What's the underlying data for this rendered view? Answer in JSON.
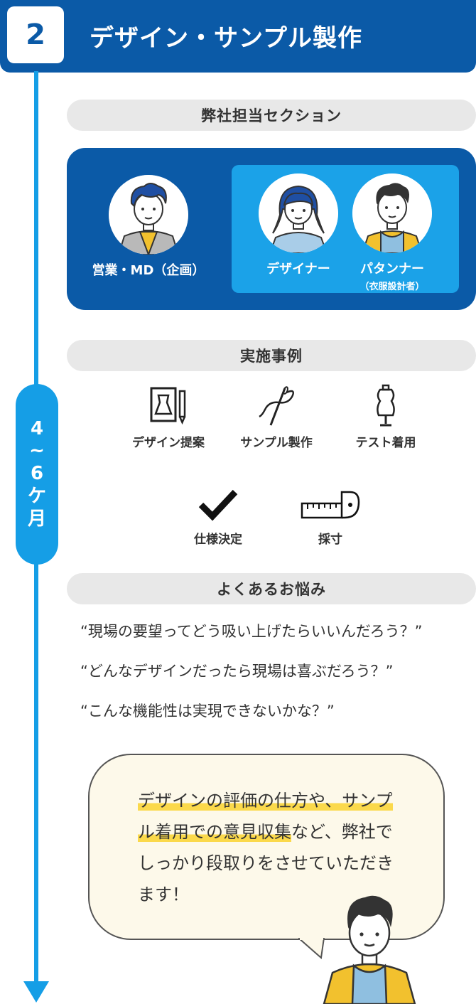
{
  "header": {
    "step_number": "2",
    "title": "デザイン・サンプル製作",
    "color": "#0b5aa7"
  },
  "timeline": {
    "duration": [
      "4",
      "~",
      "6",
      "ケ",
      "月"
    ],
    "color": "#159ee6"
  },
  "team_section": {
    "heading": "弊社担当セクション",
    "members": [
      {
        "label": "営業・MD（企画）",
        "icon": "sales-person-avatar"
      },
      {
        "label": "デザイナー",
        "icon": "designer-avatar"
      },
      {
        "label": "パタンナー",
        "sub": "（衣服設計者）",
        "icon": "patternmaker-avatar"
      }
    ]
  },
  "cases_section": {
    "heading": "実施事例",
    "items": [
      {
        "label": "デザイン提案",
        "icon": "design-sketch-icon"
      },
      {
        "label": "サンプル製作",
        "icon": "needle-thread-icon"
      },
      {
        "label": "テスト着用",
        "icon": "dress-form-icon"
      },
      {
        "label": "仕様決定",
        "icon": "checkmark-icon"
      },
      {
        "label": "採寸",
        "icon": "measuring-tape-icon"
      }
    ]
  },
  "worries_section": {
    "heading": "よくあるお悩み",
    "items": [
      "“現場の要望ってどう吸い上げたらいいんだろう？”",
      "“どんなデザインだったら現場は喜ぶだろう？”",
      "“こんな機能性は実現できないかな？”"
    ]
  },
  "bubble": {
    "part1": "デザインの評価の仕方や、サ",
    "part2": "ンプル着用での意見収集",
    "part3": "など、弊社でしっかり段取りをさせていただきます！",
    "highlight_color": "#fbd94b"
  }
}
